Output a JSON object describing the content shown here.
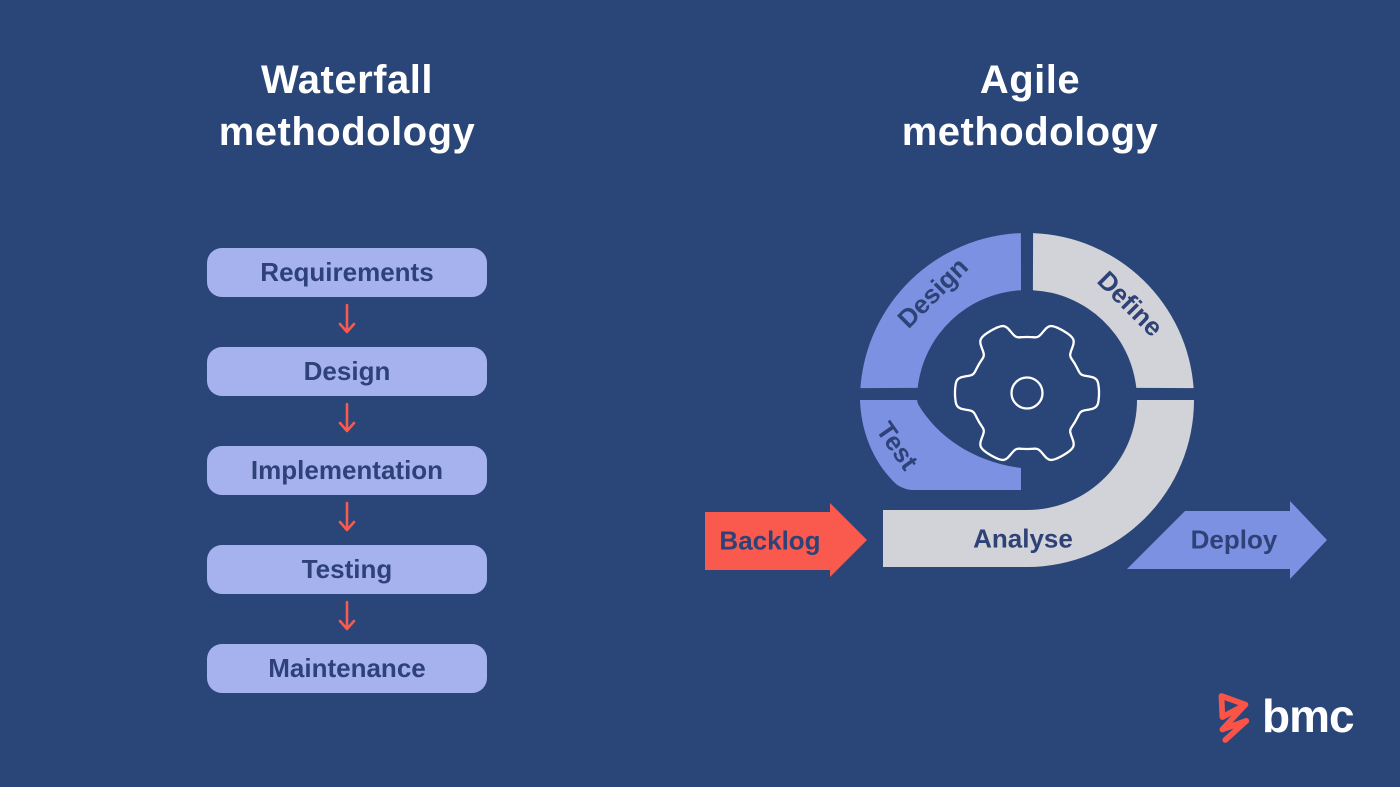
{
  "colors": {
    "bg": "#2a4577",
    "box_fill": "#a5b2ee",
    "segment_blue": "#7c91e2",
    "segment_gray": "#d2d3d9",
    "accent_orange": "#f95a4d",
    "text_navy": "#2e4277",
    "text_white": "#ffffff",
    "logo_coral": "#fa5449"
  },
  "waterfall": {
    "title_line1": "Waterfall",
    "title_line2": "methodology",
    "steps": [
      {
        "label": "Requirements"
      },
      {
        "label": "Design"
      },
      {
        "label": "Implementation"
      },
      {
        "label": "Testing"
      },
      {
        "label": "Maintenance"
      }
    ]
  },
  "agile": {
    "title_line1": "Agile",
    "title_line2": "methodology",
    "segments": [
      {
        "label": "Design"
      },
      {
        "label": "Define"
      },
      {
        "label": "Test"
      },
      {
        "label": "Analyse"
      }
    ],
    "input_arrow": {
      "label": "Backlog"
    },
    "output_arrow": {
      "label": "Deploy"
    }
  },
  "logo": {
    "text": "bmc"
  }
}
